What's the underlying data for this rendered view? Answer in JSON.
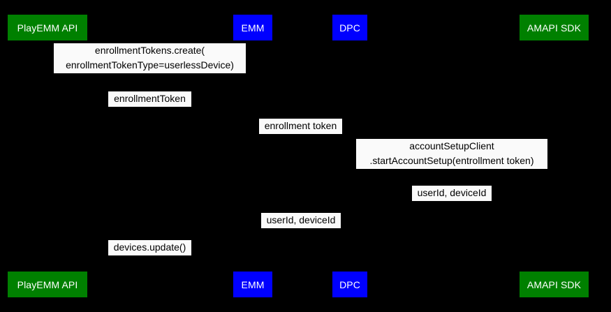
{
  "diagram": {
    "type": "uml-sequence-diagram",
    "background_color": "#000000",
    "participant_green_color": "#008000",
    "participant_blue_color": "#0000ff",
    "label_background_color": "#fafafa",
    "label_text_color": "#000000",
    "participant_text_color": "#ffffff"
  },
  "participants": [
    {
      "id": "playemm-api",
      "label": "PlayEMM API",
      "color": "green"
    },
    {
      "id": "emm",
      "label": "EMM",
      "color": "blue"
    },
    {
      "id": "dpc",
      "label": "DPC",
      "color": "blue"
    },
    {
      "id": "amapi-sdk",
      "label": "AMAPI SDK",
      "color": "green"
    }
  ],
  "messages": [
    {
      "id": "m1",
      "line1": "enrollmentTokens.create(",
      "line2": "enrollmentTokenType=userlessDevice)",
      "from": "emm",
      "to": "playemm-api"
    },
    {
      "id": "m2",
      "line1": "enrollmentToken",
      "line2": "",
      "from": "playemm-api",
      "to": "emm"
    },
    {
      "id": "m3",
      "line1": "enrollment token",
      "line2": "",
      "from": "emm",
      "to": "dpc"
    },
    {
      "id": "m4",
      "line1": "accountSetupClient",
      "line2": ".startAccountSetup(entrollment token)",
      "from": "dpc",
      "to": "amapi-sdk"
    },
    {
      "id": "m5",
      "line1": "userId, deviceId",
      "line2": "",
      "from": "amapi-sdk",
      "to": "dpc"
    },
    {
      "id": "m6",
      "line1": "userId, deviceId",
      "line2": "",
      "from": "dpc",
      "to": "emm"
    },
    {
      "id": "m7",
      "line1": "devices.update()",
      "line2": "",
      "from": "emm",
      "to": "playemm-api"
    }
  ]
}
